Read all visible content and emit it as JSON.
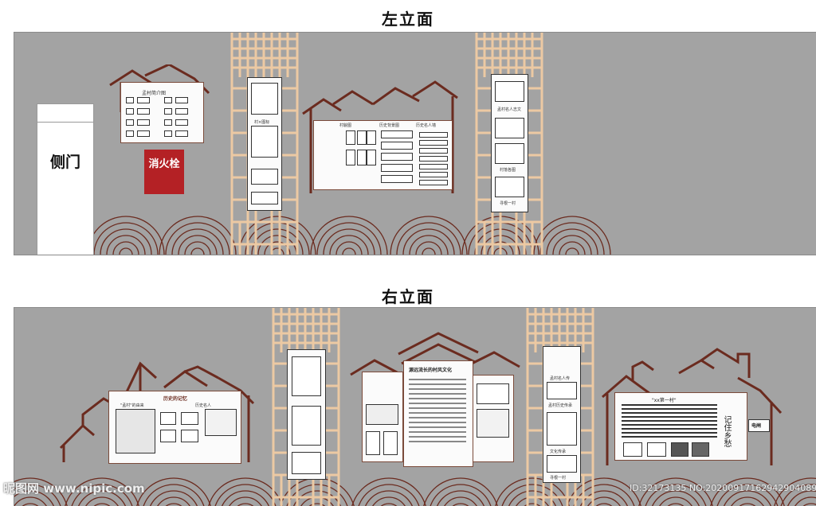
{
  "titles": {
    "left": "左立面",
    "right": "右立面"
  },
  "left_elevation": {
    "side_door": "侧门",
    "fire_hydrant": "消火栓",
    "board1_heading": "孟村简介图",
    "board2_headings": [
      "村貌图",
      "历史背景图",
      "历史名人墙"
    ],
    "lattice1_captions": [
      "村×图标"
    ],
    "lattice2_captions": [
      "孟村名人志文",
      "村落各图",
      "寻根一村"
    ]
  },
  "right_elevation": {
    "board1_heading": "历史的记忆",
    "board1_sub": [
      "\"孟村\"的由来",
      "历史名人"
    ],
    "board2_heading": "源远流长的村风文化",
    "board3_heading": "\"xx第一村\"",
    "board3_art": "记住乡愁",
    "electric_gate": "电闸",
    "lattice2_captions": [
      "孟村名人传",
      "孟村历史传承",
      "文化传承",
      "寻根一村"
    ]
  },
  "watermark": {
    "site": "昵图网 www.nipic.com",
    "id": "ID:32173135 NO:20200917162942904089"
  },
  "colors": {
    "wall": "#a3a3a3",
    "brown": "#6b2b1f",
    "lattice": "#ecc9a3",
    "fire": "#b42125"
  }
}
